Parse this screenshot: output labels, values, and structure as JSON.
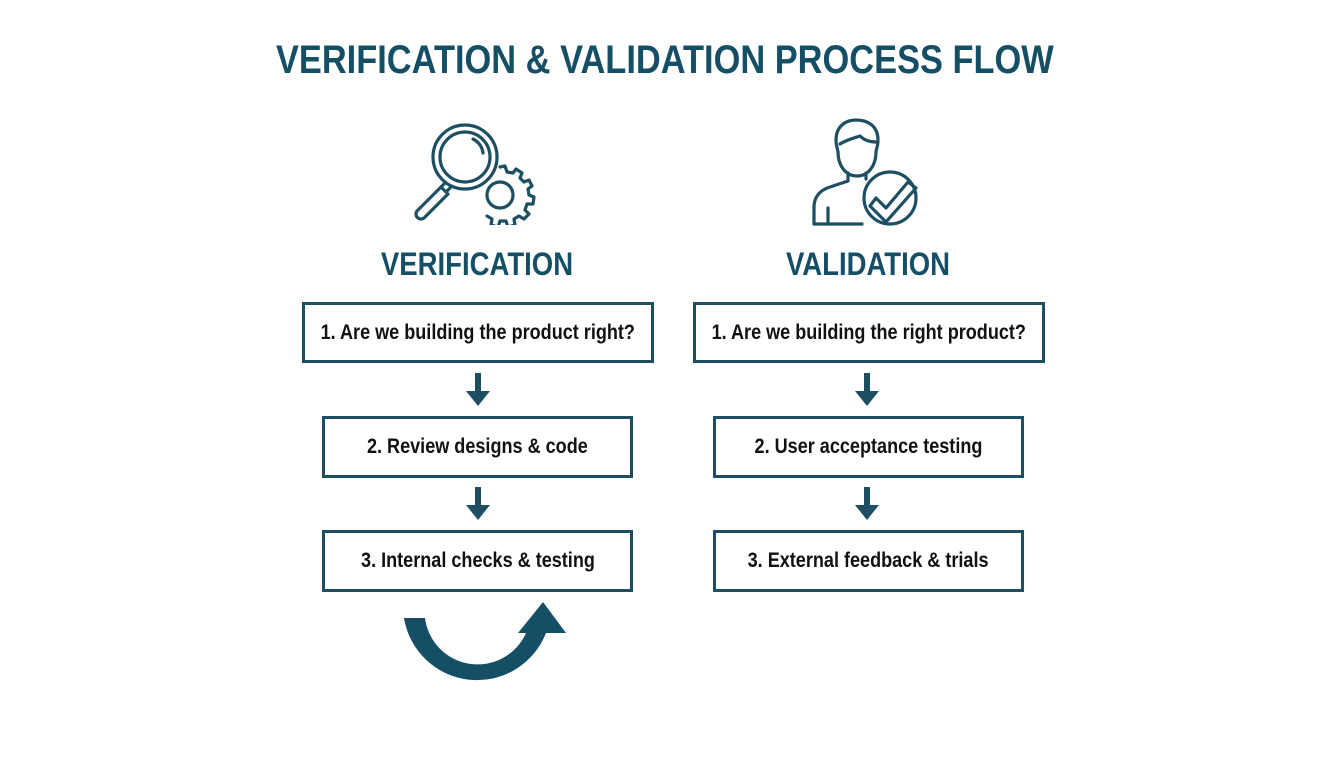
{
  "title": "VERIFICATION & VALIDATION PROCESS FLOW",
  "colors": {
    "primary": "#154f66",
    "box_border": "#1d4e62",
    "text": "#111111",
    "background": "#ffffff"
  },
  "columns": [
    {
      "heading": "VERIFICATION",
      "icon": "magnifier-gear-icon",
      "steps": [
        "1. Are we building the product right?",
        "2. Review designs & code",
        "3. Internal checks & testing"
      ],
      "loop_icon": "curved-loop-arrow-icon"
    },
    {
      "heading": "VALIDATION",
      "icon": "user-check-icon",
      "steps": [
        "1. Are we building the right product?",
        "2. User acceptance testing",
        "3. External feedback & trials"
      ]
    }
  ]
}
